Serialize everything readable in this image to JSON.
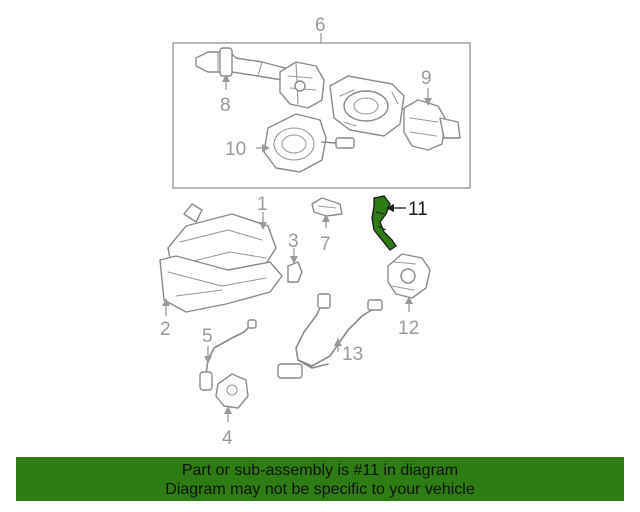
{
  "callouts": {
    "c1": "1",
    "c2": "2",
    "c3": "3",
    "c4": "4",
    "c5": "5",
    "c6": "6",
    "c7": "7",
    "c8": "8",
    "c9": "9",
    "c10": "10",
    "c11": "11",
    "c12": "12",
    "c13": "13"
  },
  "highlighted_part": "11",
  "colors": {
    "highlight": "#2e7d14",
    "line": "#8a8a8a",
    "banner_bg": "#2e7d14"
  },
  "banner": {
    "line1": "Part or sub-assembly is #11 in diagram",
    "line2": "Diagram may not be specific to your vehicle"
  }
}
